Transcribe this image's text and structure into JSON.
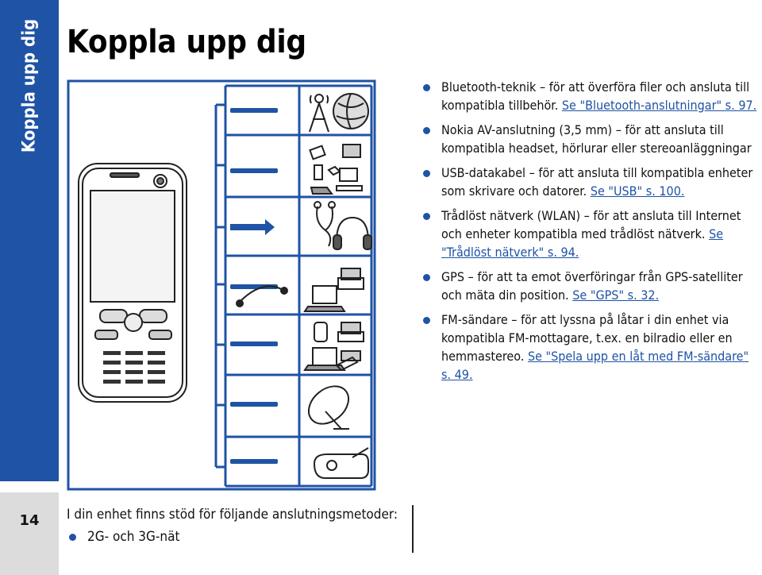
{
  "side_tab": {
    "label": "Koppla upp dig",
    "color": "#1f53a5"
  },
  "page": {
    "number": "14",
    "title": "Koppla upp dig"
  },
  "figure": {
    "icons": [
      "mobile-phone-icon",
      "radio-tower-icon",
      "globe-icon",
      "accessories-icon",
      "headset-icon",
      "headphones-icon",
      "usb-cable-icon",
      "laptop-icon",
      "printer-icon",
      "phone-icon",
      "satellite-dish-icon",
      "fm-radio-icon"
    ]
  },
  "intro": {
    "text": "I din enhet finns stöd för följande anslutningsmetoder:",
    "items": [
      "2G- och 3G-nät"
    ]
  },
  "bullets": [
    {
      "text": "Bluetooth-teknik – för att överföra filer och ansluta till kompatibla tillbehör. ",
      "link": "Se \"Bluetooth-anslutningar\" s. 97."
    },
    {
      "text": "Nokia AV-anslutning (3,5 mm) – för att ansluta till kompatibla headset, hörlurar eller stereoanläggningar",
      "link": ""
    },
    {
      "text": "USB-datakabel – för att ansluta till kompatibla enheter som skrivare och datorer. ",
      "link": "Se \"USB\" s. 100."
    },
    {
      "text": "Trådlöst nätverk (WLAN) – för att ansluta till Internet och enheter kompatibla med trådlöst nätverk. ",
      "link": "Se \"Trådlöst nätverk\" s. 94."
    },
    {
      "text": "GPS – för att ta emot överföringar från GPS-satelliter och mäta din position. ",
      "link": "Se \"GPS\" s. 32."
    },
    {
      "text": "FM-sändare – för att lyssna på låtar i din enhet via kompatibla FM-mottagare, t.ex. en bilradio eller en hemmastereo. ",
      "link": "Se \"Spela upp en låt med FM-sändare\" s. 49."
    }
  ]
}
